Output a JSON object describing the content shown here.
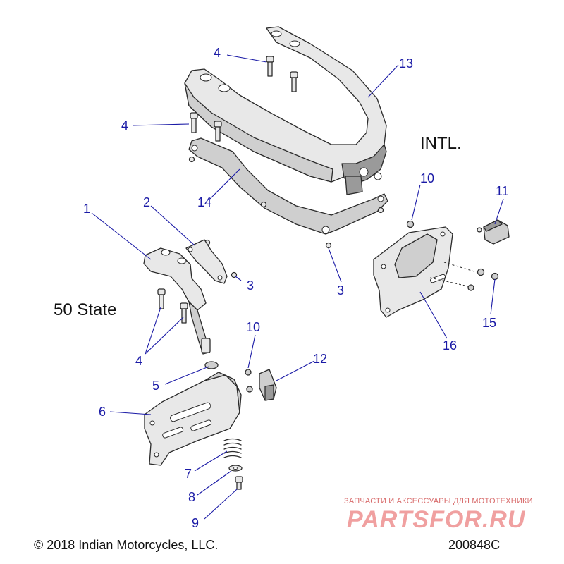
{
  "labels": {
    "variant_50_state": "50 State",
    "variant_intl": "INTL.",
    "copyright": "© 2018 Indian Motorcycles, LLC.",
    "diagram_code": "200848C",
    "watermark_tagline": "ЗАПЧАСТИ И АКСЕССУАРЫ ДЛЯ МОТОТЕХНИКИ",
    "watermark_logo": "PARTSFOR.RU"
  },
  "callouts": {
    "c1": "1",
    "c2": "2",
    "c3a": "3",
    "c3b": "3",
    "c4a": "4",
    "c4b": "4",
    "c4c": "4",
    "c5": "5",
    "c6": "6",
    "c7": "7",
    "c8": "8",
    "c9": "9",
    "c10a": "10",
    "c10b": "10",
    "c11": "11",
    "c12": "12",
    "c13": "13",
    "c14": "14",
    "c15": "15",
    "c16": "16"
  },
  "colors": {
    "callout": "#1a1aa6",
    "line_art": "#2b2b2b",
    "watermark": "#f0a0a0"
  }
}
